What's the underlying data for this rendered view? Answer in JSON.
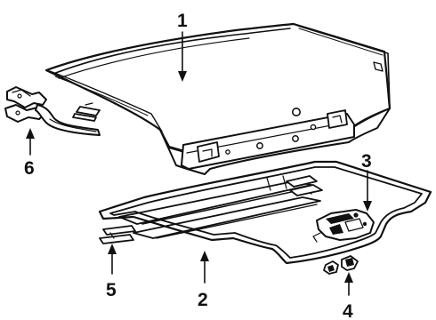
{
  "diagram": {
    "type": "exploded-parts-diagram",
    "callouts": [
      {
        "id": "1",
        "label": "1"
      },
      {
        "id": "2",
        "label": "2"
      },
      {
        "id": "3",
        "label": "3"
      },
      {
        "id": "4",
        "label": "4"
      },
      {
        "id": "5",
        "label": "5"
      },
      {
        "id": "6",
        "label": "6"
      }
    ],
    "colors": {
      "ink": "#111111",
      "paper": "#ffffff"
    }
  }
}
